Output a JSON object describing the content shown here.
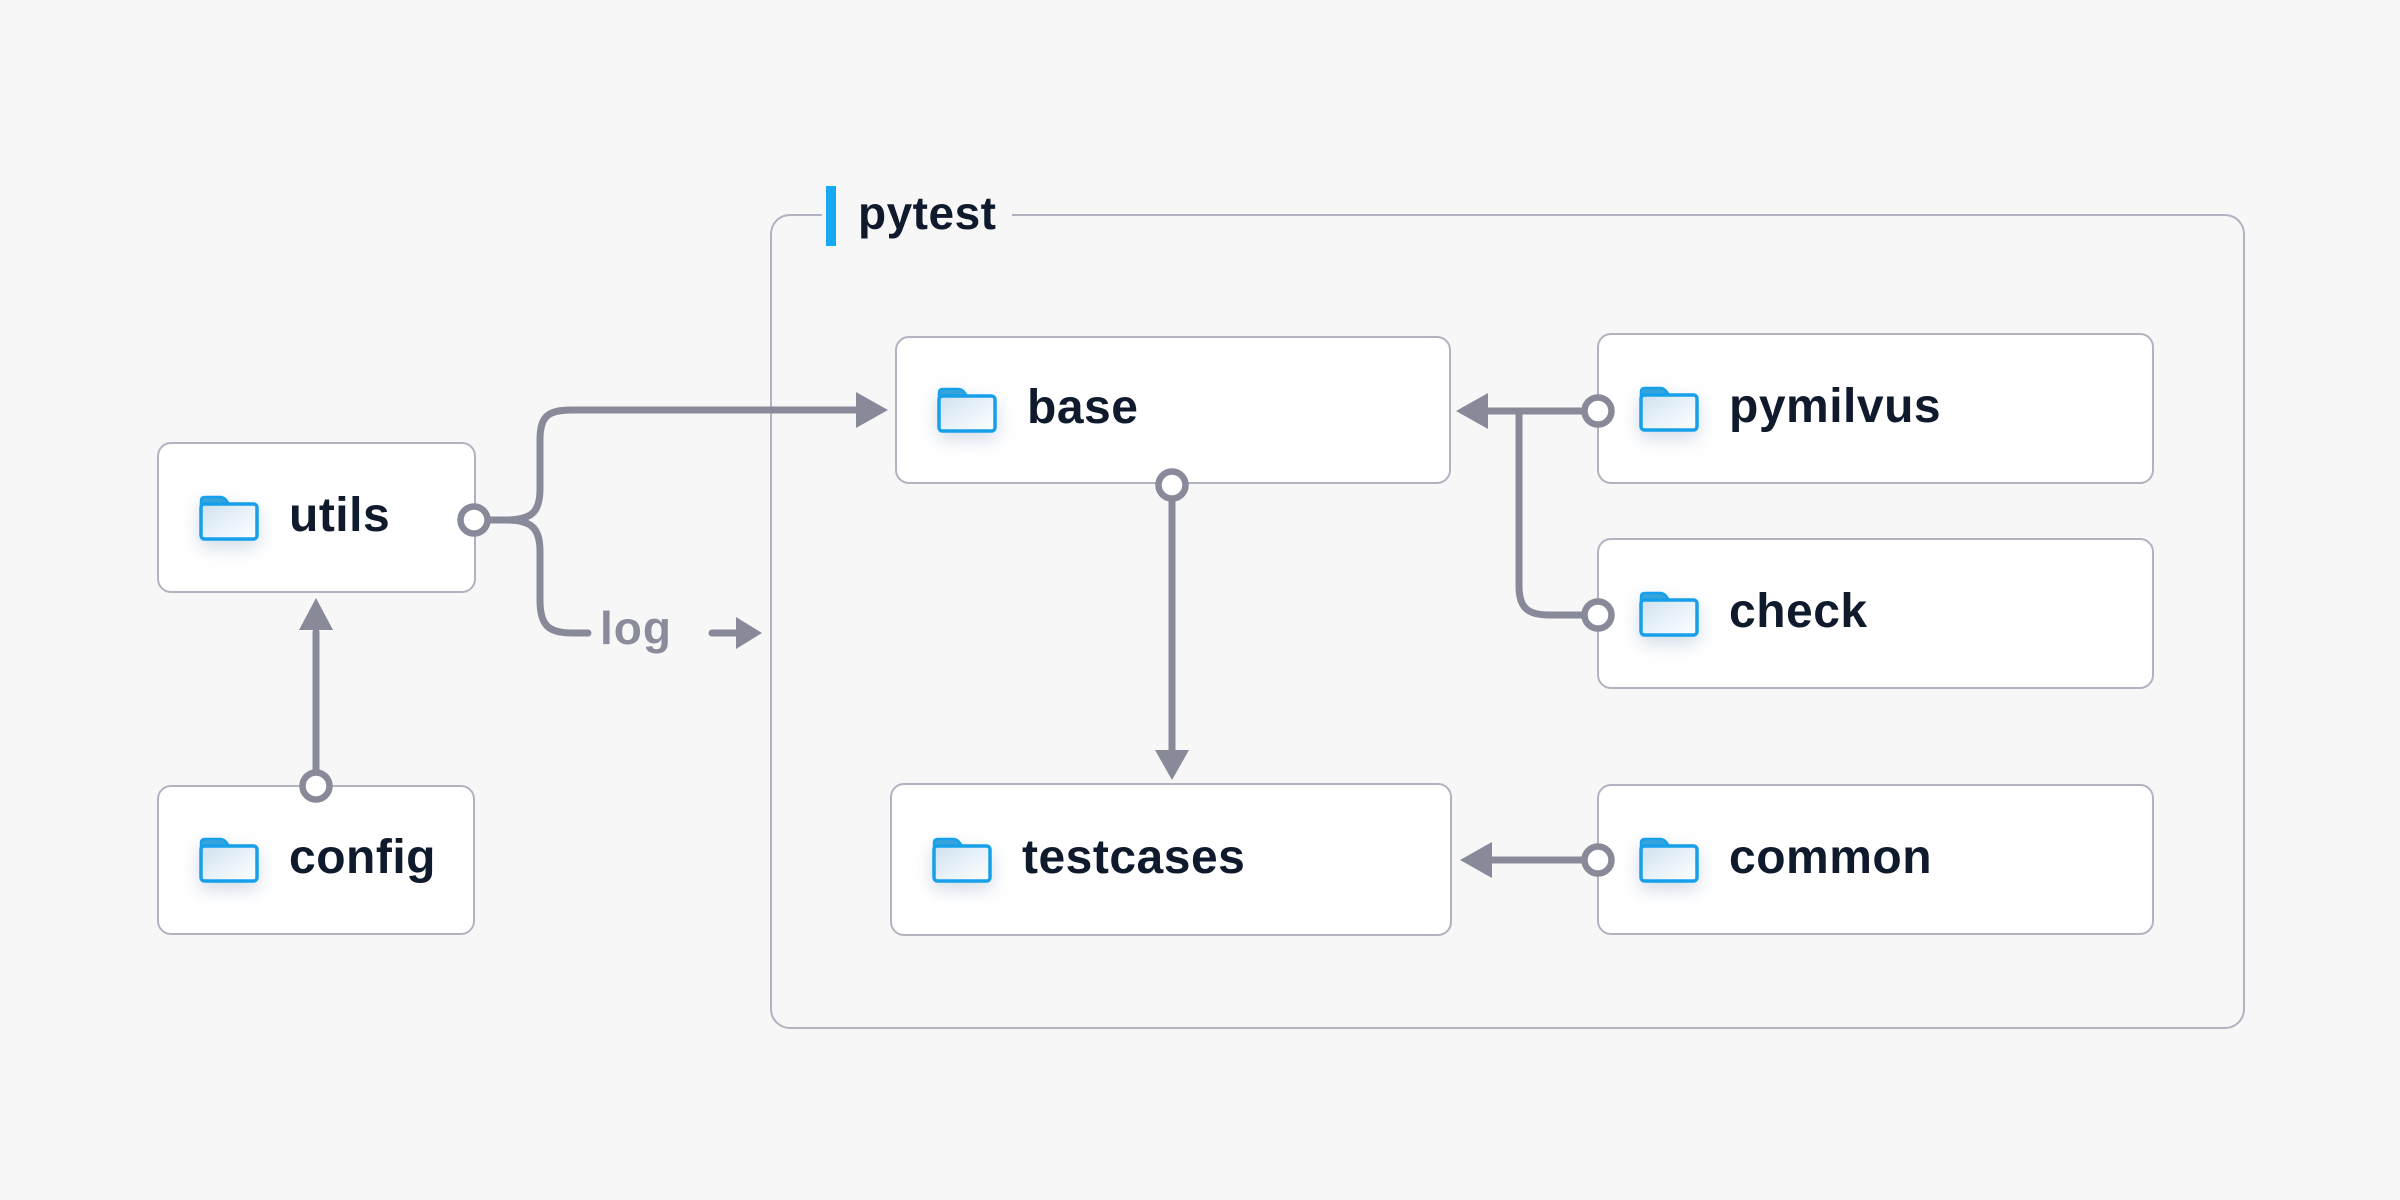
{
  "diagram": {
    "container": {
      "label": "pytest",
      "accent_color": "#16aaf4"
    },
    "nodes": [
      {
        "id": "utils",
        "label": "utils",
        "icon": "folder-icon"
      },
      {
        "id": "config",
        "label": "config",
        "icon": "folder-icon"
      },
      {
        "id": "base",
        "label": "base",
        "icon": "folder-icon"
      },
      {
        "id": "testcases",
        "label": "testcases",
        "icon": "folder-icon"
      },
      {
        "id": "pymilvus",
        "label": "pymilvus",
        "icon": "folder-icon"
      },
      {
        "id": "check",
        "label": "check",
        "icon": "folder-icon"
      },
      {
        "id": "common",
        "label": "common",
        "icon": "folder-icon"
      }
    ],
    "log_label": "log",
    "edges": [
      {
        "from": "utils",
        "to": "base",
        "style": "arrow"
      },
      {
        "from": "utils",
        "to": "log",
        "style": "labeled-arrow"
      },
      {
        "from": "config",
        "to": "utils",
        "style": "arrow"
      },
      {
        "from": "base",
        "to": "testcases",
        "style": "arrow"
      },
      {
        "from": "pymilvus",
        "to": "base",
        "style": "arrow"
      },
      {
        "from": "check",
        "to": "base",
        "style": "arrow"
      },
      {
        "from": "common",
        "to": "testcases",
        "style": "arrow"
      }
    ],
    "colors": {
      "page_background": "#f7f7f8",
      "node_background": "#ffffff",
      "node_border": "#b2b3c0",
      "connector_gray": "#898a99",
      "label_text": "#0f1b2d",
      "log_text": "#8b8c9b",
      "accent_blue": "#16aaf4",
      "folder_blue": "#17a0ea"
    }
  }
}
